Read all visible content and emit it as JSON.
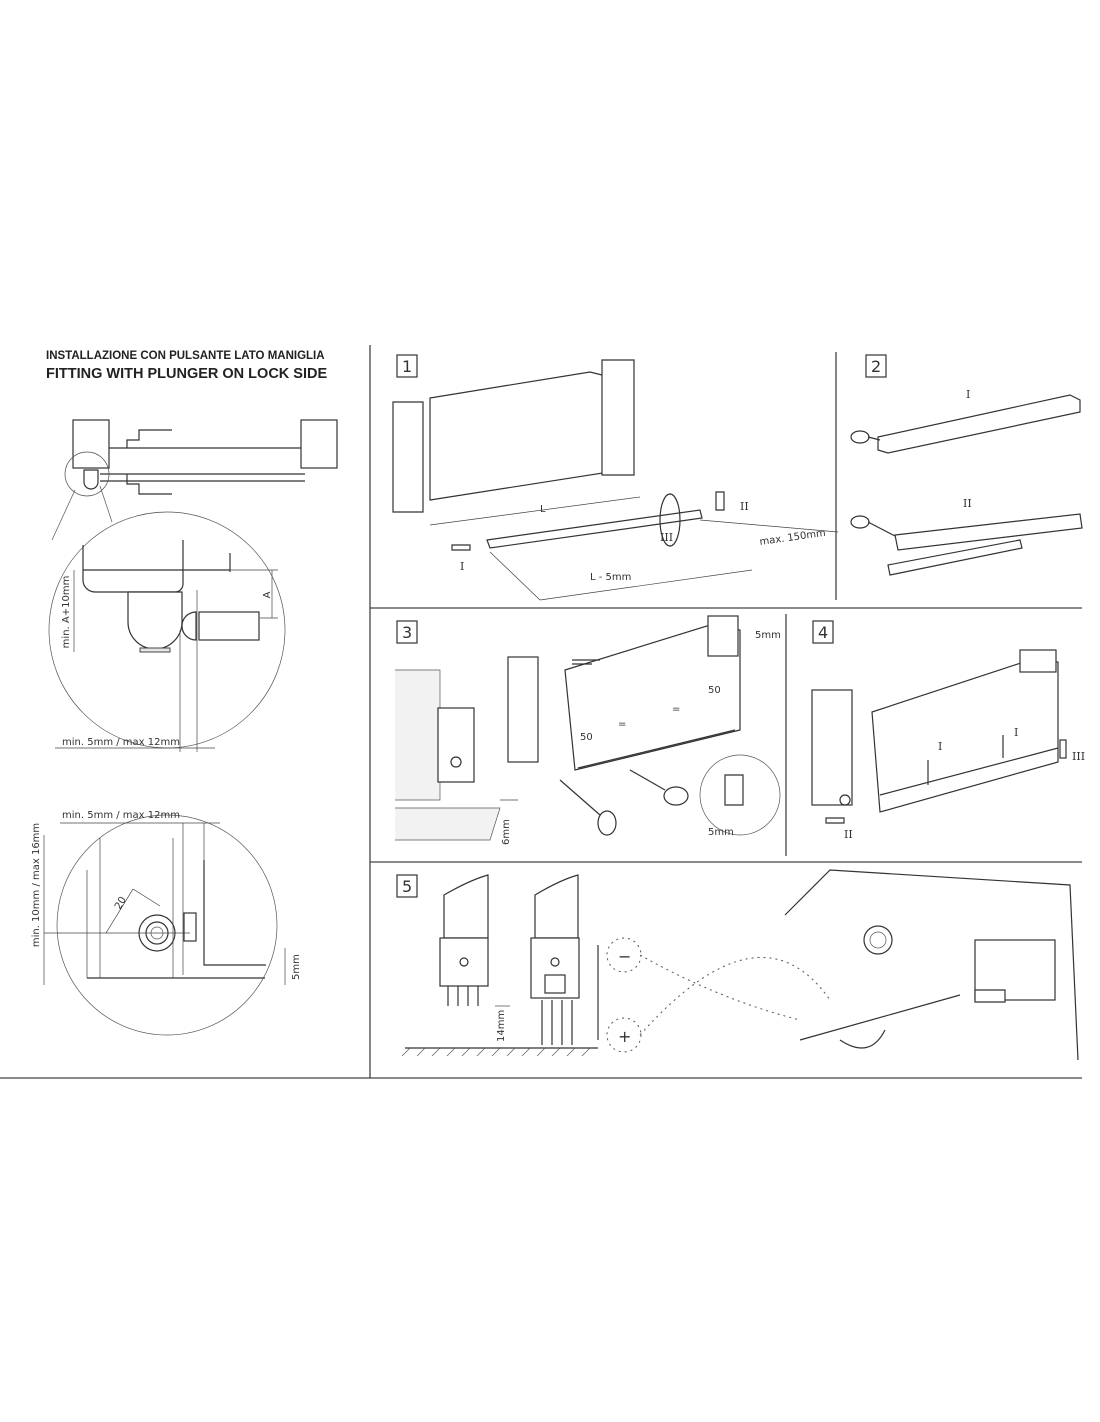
{
  "header": {
    "title_it": "INSTALLAZIONE CON PULSANTE LATO MANIGLIA",
    "title_en": "FITTING WITH PLUNGER ON LOCK SIDE"
  },
  "left_panel": {
    "detail_top": {
      "dim_height": "min. A+10mm",
      "dim_a": "A",
      "dim_gap": "min. 5mm / max 12mm"
    },
    "detail_bottom": {
      "dim_gap": "min. 5mm / max 12mm",
      "dim_height": "min. 10mm / max 16mm",
      "dim_20": "20",
      "dim_5mm": "5mm"
    }
  },
  "steps": [
    {
      "number": "1",
      "labels": {
        "length": "L",
        "cut_length": "L - 5mm",
        "max": "max. 150mm",
        "part_i": "I",
        "part_ii": "II",
        "part_iii": "III"
      }
    },
    {
      "number": "2",
      "labels": {
        "part_i": "I",
        "part_ii": "II"
      }
    },
    {
      "number": "3",
      "labels": {
        "gap_top": "5mm",
        "left_50": "50",
        "right_50": "50",
        "eq1": "=",
        "eq2": "=",
        "floor_gap": "6mm",
        "detail_gap": "5mm"
      }
    },
    {
      "number": "4",
      "labels": {
        "part_i_a": "I",
        "part_i_b": "I",
        "part_ii": "II",
        "part_iii": "III"
      }
    },
    {
      "number": "5",
      "labels": {
        "floor_gap": "14mm",
        "minus": "−",
        "plus": "+"
      }
    }
  ]
}
